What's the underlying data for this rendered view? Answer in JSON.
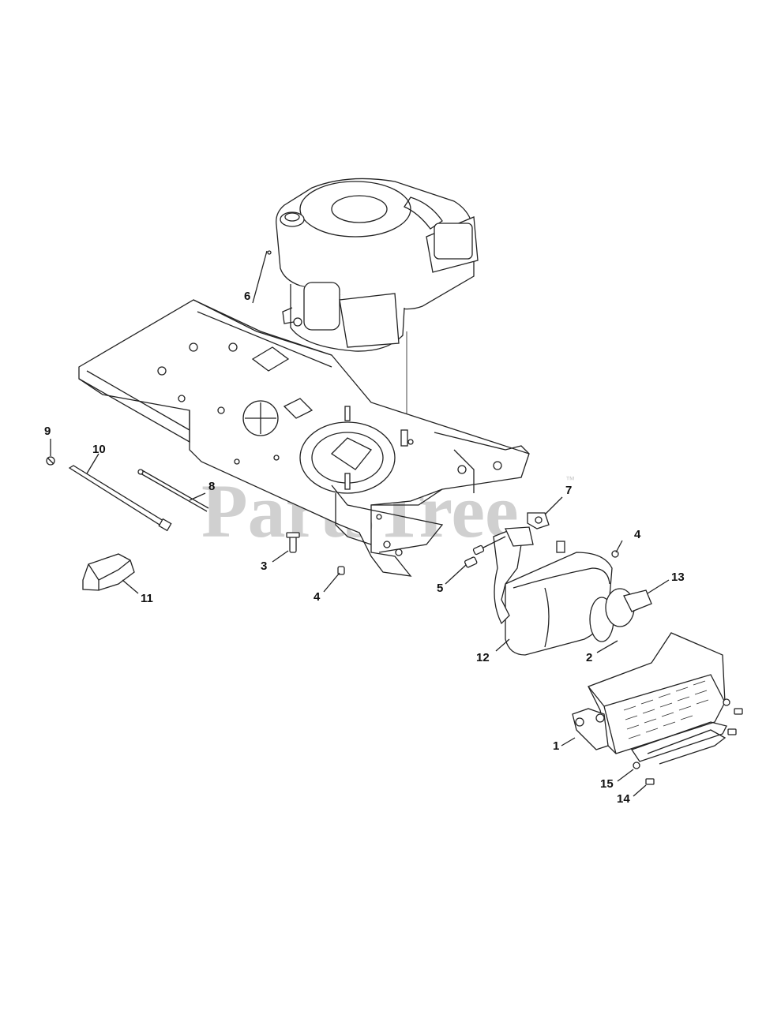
{
  "watermark": {
    "text": "PartsTree",
    "trademark": "™"
  },
  "callouts": [
    "1",
    "2",
    "3",
    "4",
    "4",
    "5",
    "6",
    "7",
    "8",
    "9",
    "10",
    "11",
    "12",
    "13",
    "14",
    "15"
  ]
}
